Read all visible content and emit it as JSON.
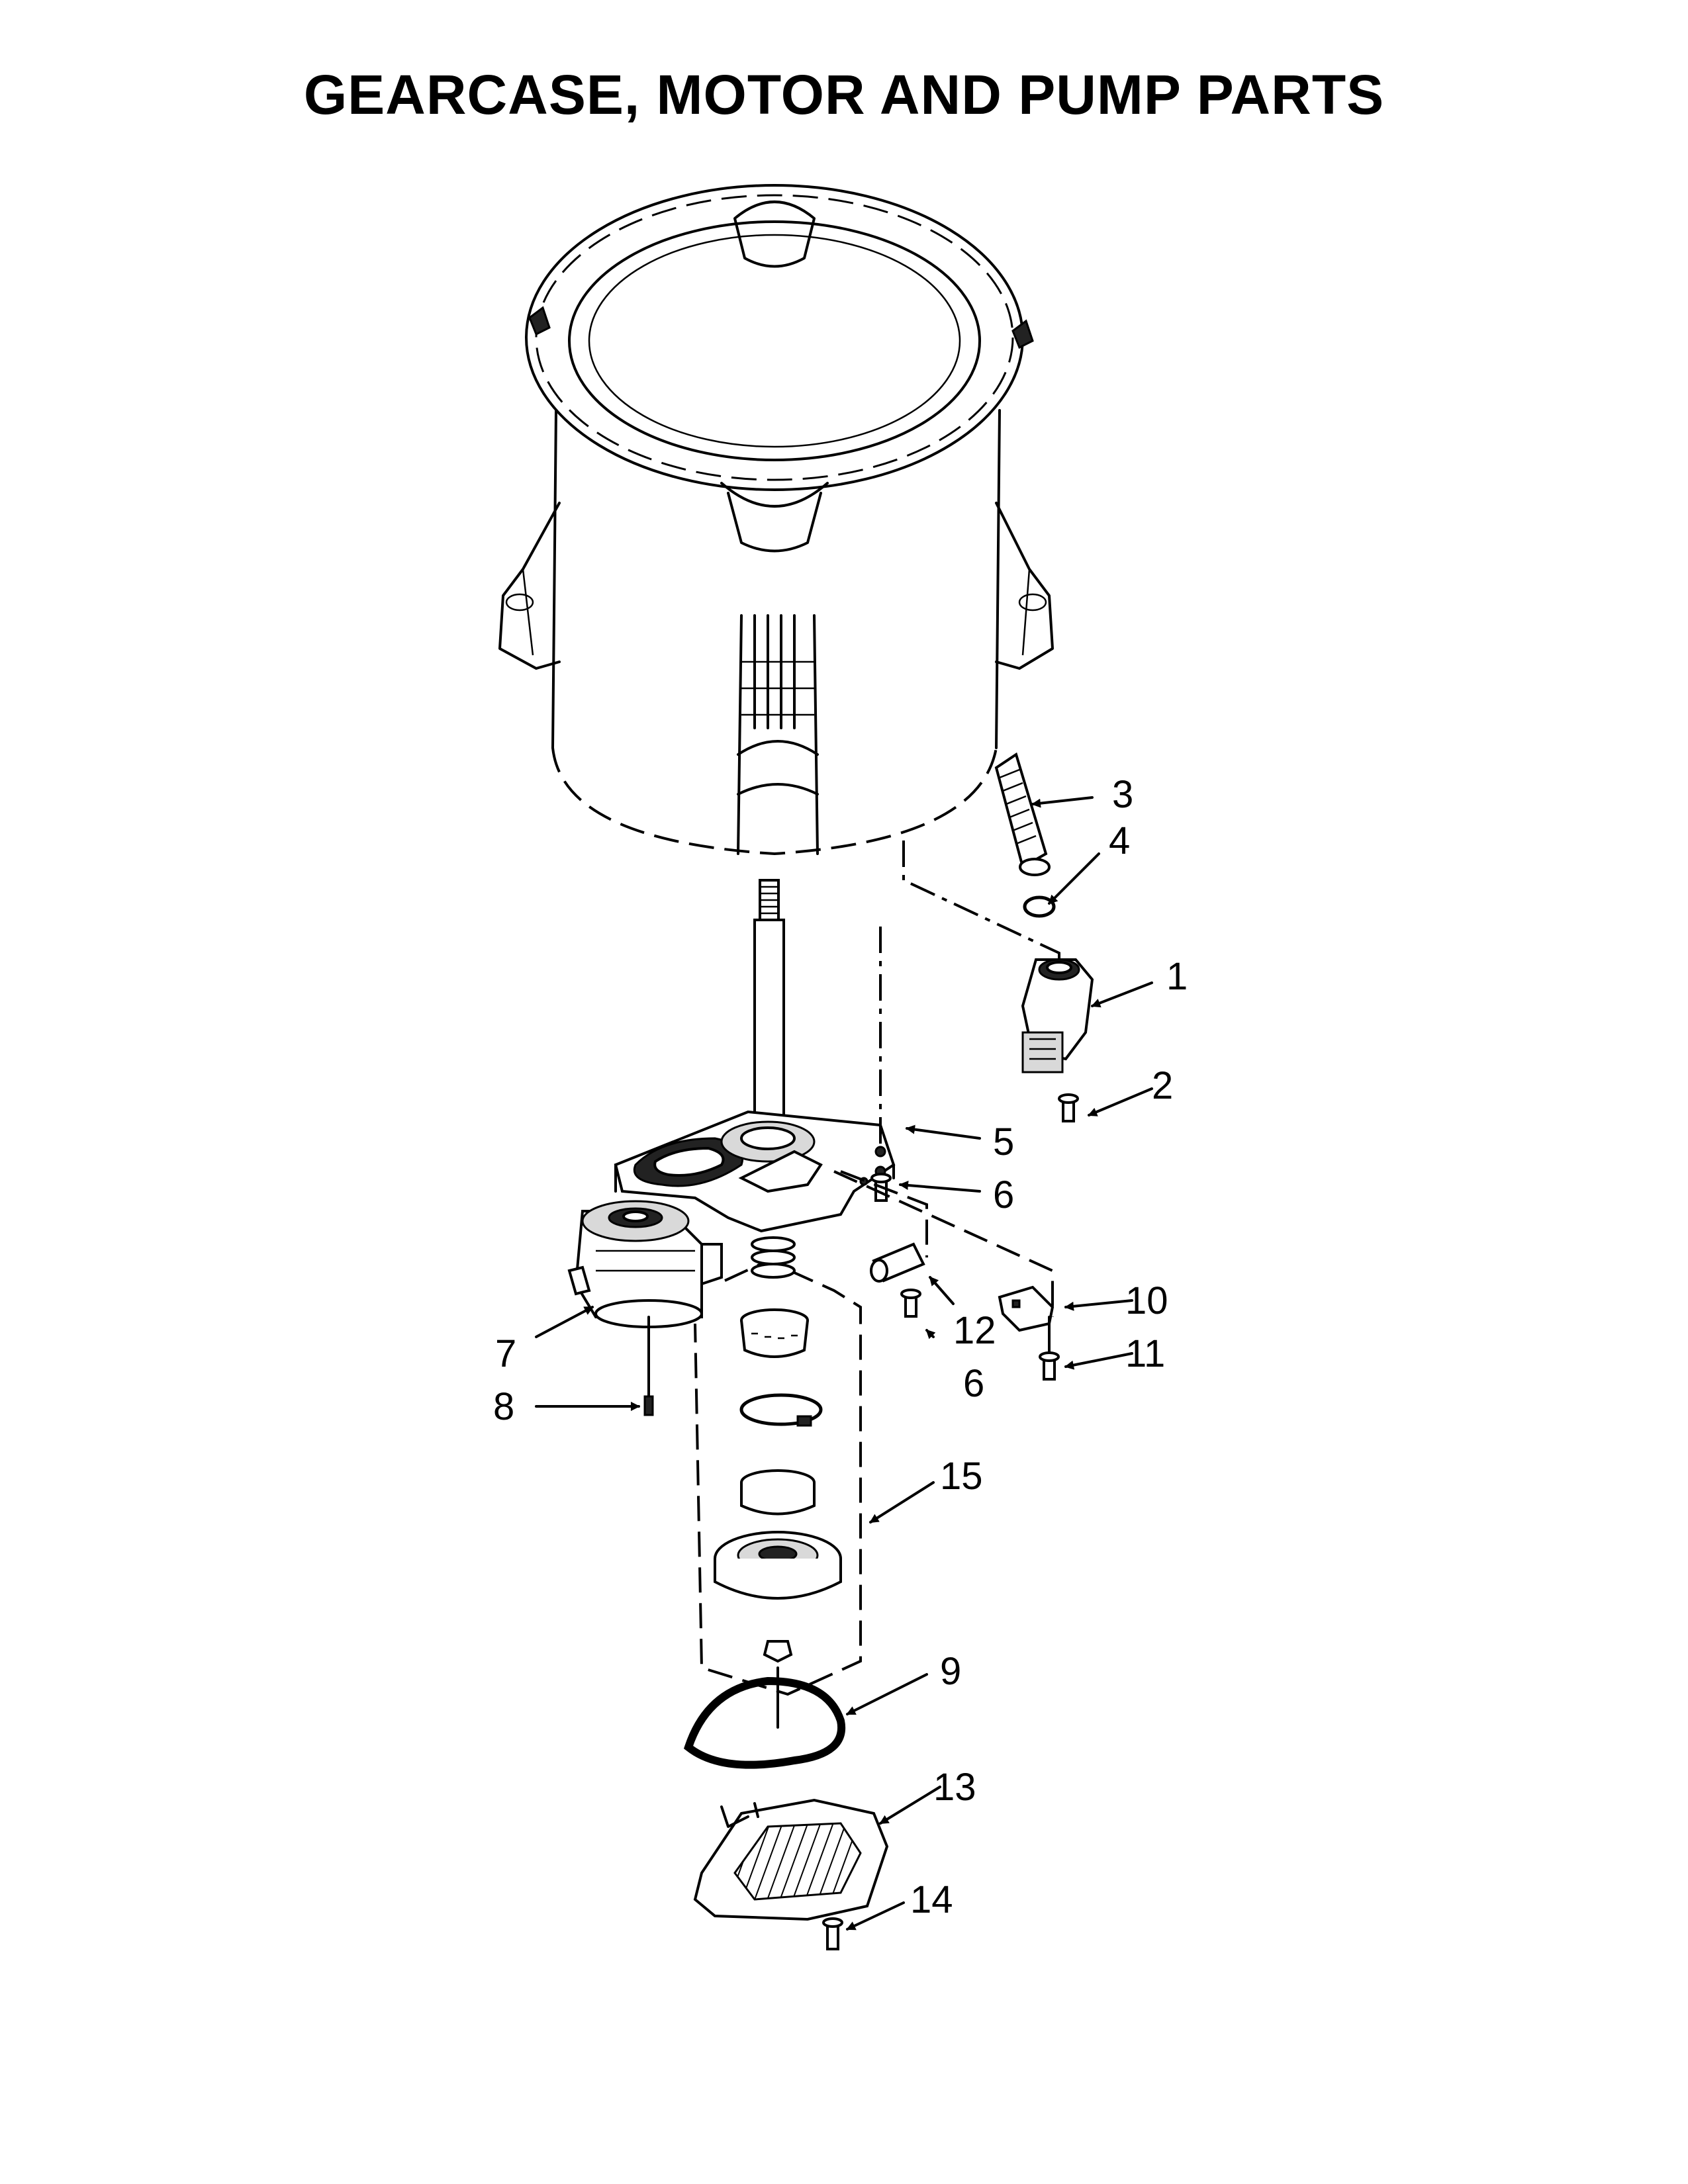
{
  "title": "GEARCASE, MOTOR AND PUMP PARTS",
  "callouts": [
    {
      "id": "1",
      "label": "1"
    },
    {
      "id": "2",
      "label": "2"
    },
    {
      "id": "3",
      "label": "3"
    },
    {
      "id": "4",
      "label": "4"
    },
    {
      "id": "5",
      "label": "5"
    },
    {
      "id": "6a",
      "label": "6"
    },
    {
      "id": "6b",
      "label": "6"
    },
    {
      "id": "7",
      "label": "7"
    },
    {
      "id": "8",
      "label": "8"
    },
    {
      "id": "9",
      "label": "9"
    },
    {
      "id": "10",
      "label": "10"
    },
    {
      "id": "11",
      "label": "11"
    },
    {
      "id": "12",
      "label": "12"
    },
    {
      "id": "13",
      "label": "13"
    },
    {
      "id": "14",
      "label": "14"
    },
    {
      "id": "15",
      "label": "15"
    }
  ]
}
